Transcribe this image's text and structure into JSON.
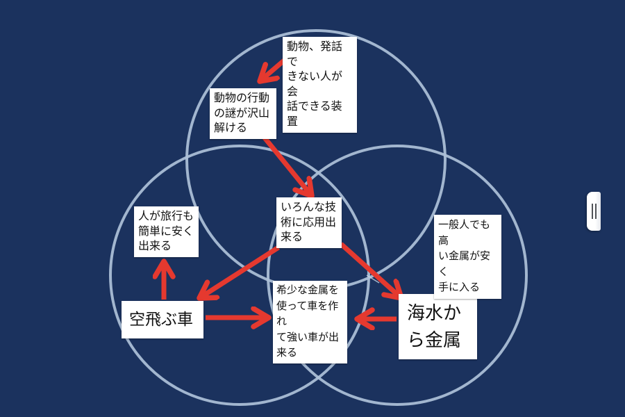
{
  "app": {
    "background_color": "#1b325e",
    "venn_circle_color": "#aec1d9",
    "arrow_color": "#e5392f",
    "node_background": "#ffffff",
    "node_text_color": "#111111"
  },
  "icons": {
    "panel_grip": "||"
  },
  "diagram": {
    "type": "venn-concept-map",
    "circle_count": 3,
    "nodes": {
      "device": {
        "text": "動物、発話で\nきない人が会\n話できる装置"
      },
      "behavior": {
        "text": "動物の行動\nの謎が沢山\n解ける"
      },
      "tech": {
        "text": "いろんな技\n術に応用出\n来る"
      },
      "travel": {
        "text": "人が旅行も\n簡単に安く\n出来る"
      },
      "flying_car": {
        "text": "空飛ぶ車"
      },
      "rare_metal_car": {
        "text": "希少な金属を\n使って車を作れ\nて強い車が出\n来る"
      },
      "seawater_metal": {
        "text": "海水か\nら金属"
      },
      "cheap_metal": {
        "text": "一般人でも高\nい金属が安く\n手に入る"
      }
    },
    "edges": [
      {
        "from": "device",
        "to": "behavior"
      },
      {
        "from": "behavior",
        "to": "tech"
      },
      {
        "from": "tech",
        "to": "flying_car"
      },
      {
        "from": "tech",
        "to": "seawater_metal"
      },
      {
        "from": "flying_car",
        "to": "travel"
      },
      {
        "from": "flying_car",
        "to": "rare_metal_car"
      },
      {
        "from": "seawater_metal",
        "to": "rare_metal_car"
      },
      {
        "from": "seawater_metal",
        "to": "cheap_metal"
      }
    ]
  }
}
